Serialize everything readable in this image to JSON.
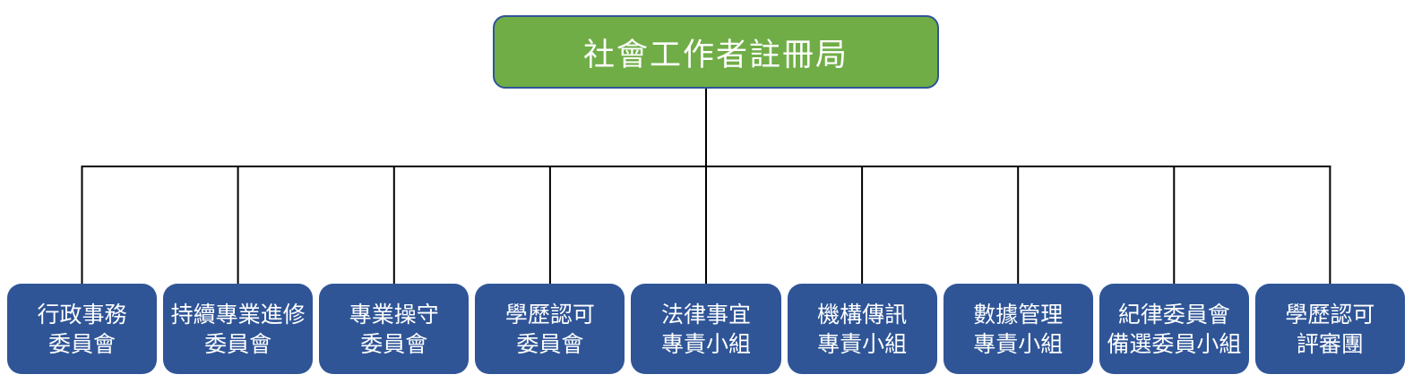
{
  "org_chart": {
    "root": {
      "label": "社會工作者註冊局"
    },
    "children": [
      {
        "line1": "行政事務",
        "line2": "委員會"
      },
      {
        "line1": "持續專業進修",
        "line2": "委員會"
      },
      {
        "line1": "專業操守",
        "line2": "委員會"
      },
      {
        "line1": "學歷認可",
        "line2": "委員會"
      },
      {
        "line1": "法律事宜",
        "line2": "專責小組"
      },
      {
        "line1": "機構傳訊",
        "line2": "專責小組"
      },
      {
        "line1": "數據管理",
        "line2": "專責小組"
      },
      {
        "line1": "紀律委員會",
        "line2": "備選委員小組"
      },
      {
        "line1": "學歷認可",
        "line2": "評審團"
      }
    ]
  },
  "colors": {
    "root_fill": "#70AD47",
    "root_border": "#2F5597",
    "child_fill": "#2F5597",
    "text": "#FFFFFF",
    "connector": "#000000"
  }
}
